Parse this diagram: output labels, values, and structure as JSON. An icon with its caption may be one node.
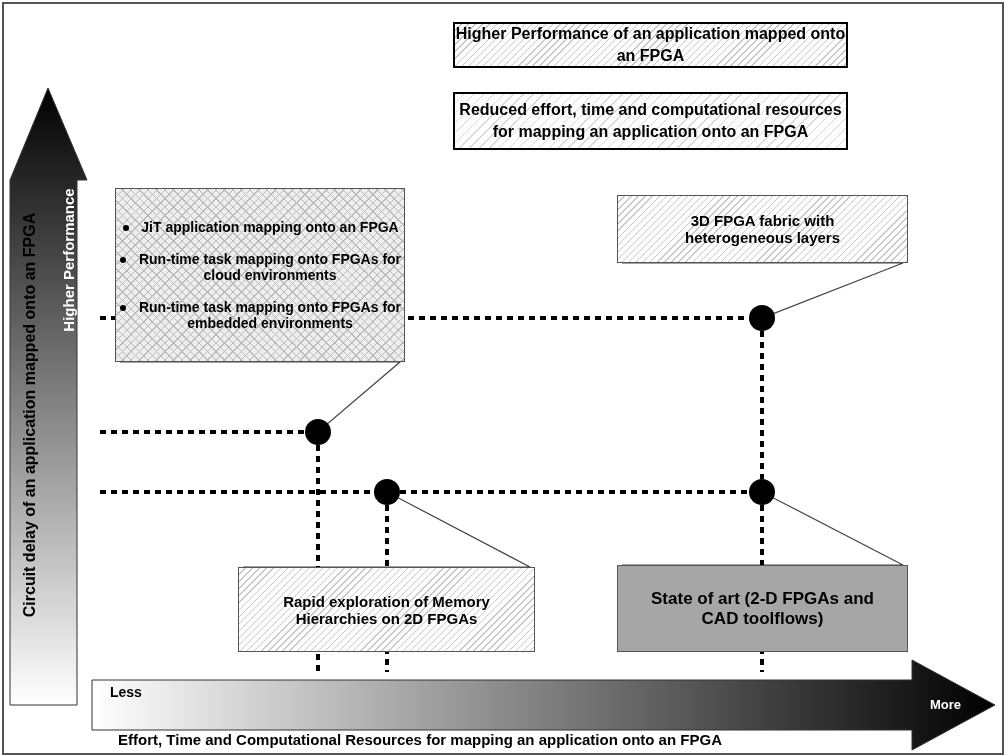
{
  "diagram": {
    "nodes": [
      {
        "text": [
          "JiT application mapping onto an FPGA",
          "Run-time task mapping onto FPGAs for cloud environments",
          "Run-time task mapping onto FPGAs for embedded environments"
        ]
      },
      {
        "text": [],
        "shape": "circle"
      },
      {
        "text": [
          "3D FPGA fabric with heterogeneous layers"
        ]
      },
      {
        "text": [],
        "shape": "circle"
      },
      {
        "text": [],
        "shape": "circle"
      },
      {
        "text": [
          "Rapid exploration of Memory Hierarchies on 2D FPGAs"
        ]
      },
      {
        "text": [],
        "shape": "circle"
      },
      {
        "text": [
          "State of art (2-D FPGAs and CAD toolflows)"
        ]
      }
    ],
    "edges": [
      {
        "from": 0,
        "to": 1,
        "arrow": "none"
      },
      {
        "from": 2,
        "to": 3,
        "arrow": "none"
      },
      {
        "from": 4,
        "to": 5,
        "arrow": "none"
      },
      {
        "from": 6,
        "to": 7,
        "arrow": "none"
      },
      {
        "from": null,
        "to": 3,
        "arrow": "none",
        "style": "dashed"
      },
      {
        "from": 3,
        "to": 6,
        "arrow": "none",
        "style": "dashed"
      },
      {
        "from": null,
        "to": 1,
        "arrow": "none",
        "style": "dashed"
      },
      {
        "from": 1,
        "to": null,
        "arrow": "none",
        "style": "dashed"
      },
      {
        "from": null,
        "to": 4,
        "arrow": "none",
        "style": "dashed"
      },
      {
        "from": 4,
        "to": 6,
        "arrow": "none",
        "style": "dashed"
      },
      {
        "from": 4,
        "to": null,
        "arrow": "none",
        "style": "dashed"
      },
      {
        "from": 6,
        "to": null,
        "arrow": "none",
        "style": "dashed"
      }
    ],
    "labels": [
      "Circuit delay of an application mapped onto an FPGA",
      "Higher Performance",
      "Less",
      "More",
      "Effort, Time and Computational Resources for mapping an application onto an FPGA"
    ],
    "legend": [
      {
        "text": "Higher Performance of an application mapped onto an FPGA"
      },
      {
        "text": "Reduced effort, time and computational resources for mapping an application onto an FPGA"
      }
    ]
  }
}
